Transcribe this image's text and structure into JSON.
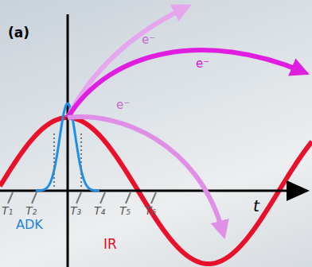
{
  "diagram": {
    "labels": [
      "(a)",
      "e⁻",
      "e⁻",
      "e⁻",
      "T₁",
      "T₂",
      "T₃",
      "T₄",
      "T₅",
      "T₆",
      "ADK",
      "IR",
      "t"
    ]
  }
}
